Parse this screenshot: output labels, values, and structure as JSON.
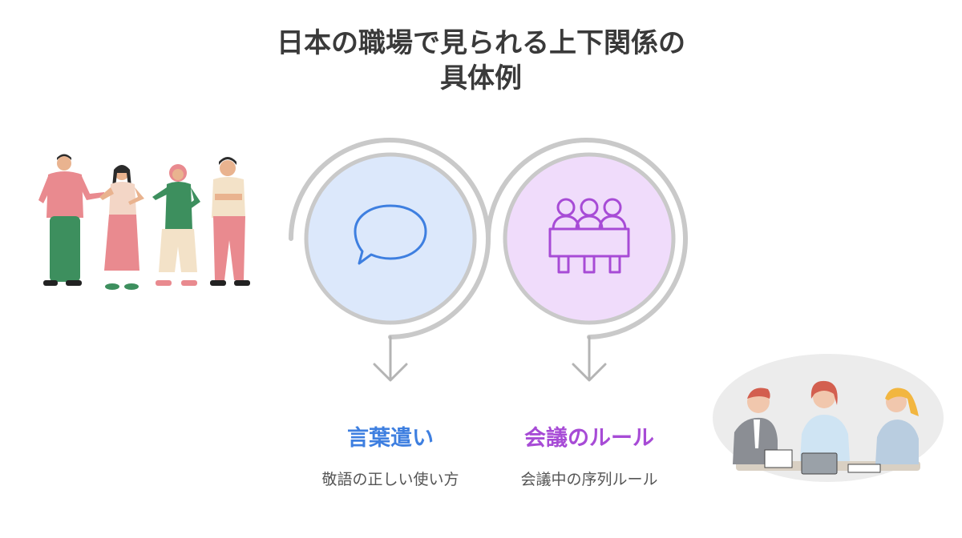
{
  "title": {
    "line1": "日本の職場で見られる上下関係の",
    "line2": "具体例"
  },
  "colors": {
    "title": "#3a3a3a",
    "ring": "#c9c9c9",
    "blue_fill": "#dce8fb",
    "blue_stroke": "#3e7fe0",
    "purple_fill": "#f0dcfb",
    "purple_stroke": "#a74bd6",
    "desc_text": "#555555"
  },
  "items": [
    {
      "label": "言葉遣い",
      "description": "敬語の正しい使い方",
      "icon": "speech-bubble-icon",
      "accent": "#3e7fe0"
    },
    {
      "label": "会議のルール",
      "description": "会議中の序列ルール",
      "icon": "meeting-people-icon",
      "accent": "#a74bd6"
    }
  ],
  "illustrations": [
    "group-of-coworkers-illustration",
    "office-meeting-illustration"
  ]
}
